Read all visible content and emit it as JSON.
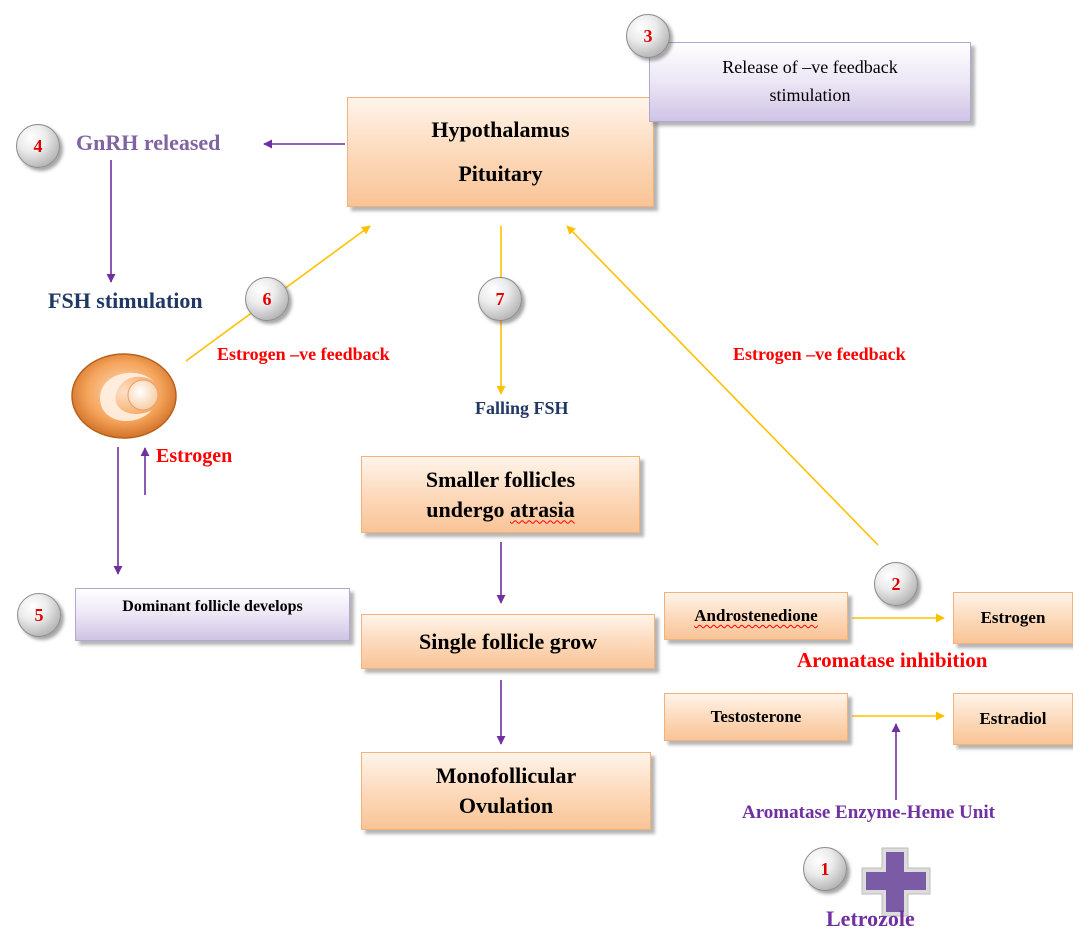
{
  "nodes": {
    "hypothalamus_pituitary": {
      "line1": "Hypothalamus",
      "line2": "Pituitary"
    },
    "release_feedback": {
      "line1": "Release of –ve feedback",
      "line2": "stimulation"
    },
    "gnrh_released": "GnRH released",
    "fsh_stimulation": "FSH stimulation",
    "estrogen_neg_feedback_left": "Estrogen –ve feedback",
    "estrogen_neg_feedback_right": "Estrogen –ve feedback",
    "falling_fsh": "Falling FSH",
    "estrogen_small": "Estrogen",
    "smaller_follicles": {
      "line1": "Smaller follicles",
      "line2_pre": "undergo ",
      "line2_wavy": "atrasia"
    },
    "dominant_follicle": "Dominant follicle develops",
    "single_follicle": "Single follicle grow",
    "monofollicular": {
      "line1": "Monofollicular",
      "line2": "Ovulation"
    },
    "androstenedione": "Androstenedione",
    "estrogen_box": "Estrogen",
    "aromatase_inhibition": "Aromatase inhibition",
    "testosterone": "Testosterone",
    "estradiol": "Estradiol",
    "aromatase_enzyme": "Aromatase Enzyme-Heme Unit",
    "letrozole": "Letrozole"
  },
  "step_numbers": [
    "1",
    "2",
    "3",
    "4",
    "5",
    "6",
    "7"
  ],
  "colors": {
    "purple_arrow": "#7030a0",
    "yellow_arrow": "#ffc000",
    "red_text": "#ff0000",
    "navy_text": "#1f3864",
    "peach_box": "#fbd4b4",
    "lavender_box": "#e5dff0"
  },
  "icons": {
    "follicle": "follicle-cell-icon",
    "drug": "plus-cross-icon"
  }
}
